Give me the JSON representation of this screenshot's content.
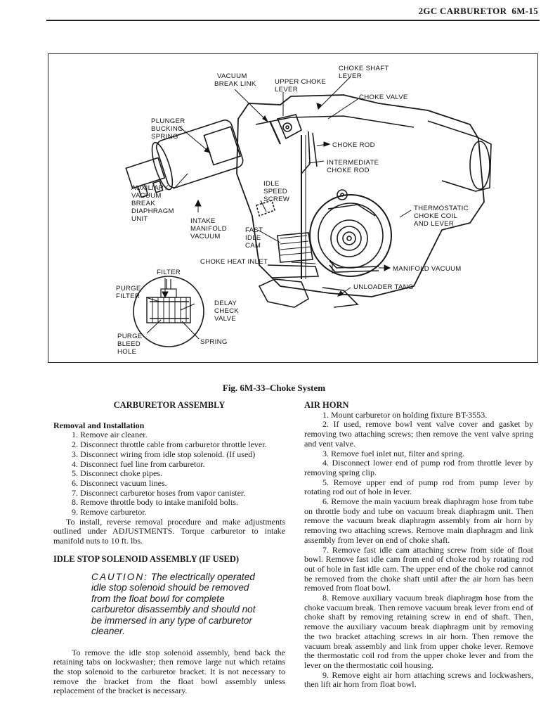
{
  "header": {
    "title": "2GC CARBURETOR",
    "page": "6M-15"
  },
  "figure": {
    "labels": {
      "vacuum_break_link_1": "VACUUM",
      "vacuum_break_link_2": "BREAK LINK",
      "upper_choke_lever_1": "UPPER CHOKE",
      "upper_choke_lever_2": "LEVER",
      "choke_shaft_lever_1": "CHOKE SHAFT",
      "choke_shaft_lever_2": "LEVER",
      "choke_valve": "CHOKE VALVE",
      "plunger_1": "PLUNGER",
      "plunger_2": "BUCKING",
      "plunger_3": "SPRING",
      "choke_rod": "CHOKE ROD",
      "intermediate_1": "INTERMEDIATE",
      "intermediate_2": "CHOKE ROD",
      "aux_1": "AUXILIARY",
      "aux_2": "VACUUM",
      "aux_3": "BREAK",
      "aux_4": "DIAPHRAGM",
      "aux_5": "UNIT",
      "idle_speed_1": "IDLE",
      "idle_speed_2": "SPEED",
      "idle_speed_3": "SCREW",
      "intake_1": "INTAKE",
      "intake_2": "MANIFOLD",
      "intake_3": "VACUUM",
      "fast_idle_1": "FAST",
      "fast_idle_2": "IDLE",
      "fast_idle_3": "CAM",
      "thermo_1": "THERMOSTATIC",
      "thermo_2": "CHOKE COIL",
      "thermo_3": "AND LEVER",
      "choke_heat_inlet": "CHOKE HEAT INLET",
      "manifold_vacuum": "MANIFOLD VACUUM",
      "filter": "FILTER",
      "purge_filter_1": "PURGE",
      "purge_filter_2": "FILTER",
      "unloader_tang": "UNLOADER TANG",
      "delay_1": "DELAY",
      "delay_2": "CHECK",
      "delay_3": "VALVE",
      "purge_bleed_1": "PURGE",
      "purge_bleed_2": "BLEED",
      "purge_bleed_3": "HOLE",
      "spring": "SPRING"
    },
    "caption": "Fig. 6M-33–Choke System"
  },
  "left": {
    "heading": "CARBURETOR ASSEMBLY",
    "sub": "Removal and Installation",
    "steps": [
      "1. Remove air cleaner.",
      "2. Disconnect throttle cable from carburetor throttle lever.",
      "3. Disconnect wiring from idle stop solenoid. (If used)",
      "4. Disconnect fuel line from carburetor.",
      "5. Disconnect choke pipes.",
      "6. Disconnect vacuum lines.",
      "7. Disconnect carburetor hoses from vapor canister.",
      "8. Remove throttle body to intake manifold bolts.",
      "9. Remove carburetor."
    ],
    "install": "To install, reverse removal procedure and make adjustments outlined under ADJUSTMENTS. Torque carburetor to intake manifold nuts to 10 ft. lbs.",
    "heading2": "IDLE STOP SOLENOID ASSEMBLY (IF USED)",
    "caution_kw": "CAUTION:",
    "caution": "The electrically operated idle stop solenoid should be removed from the float bowl for complete carburetor disassembly and should not be immersed in any type of carburetor cleaner.",
    "solenoid_text": "To remove the idle stop solenoid assembly, bend back the retaining tabs on lockwasher; then remove large nut which retains the stop solenoid to the carburetor bracket. It is not necessary to remove the bracket from the float bowl assembly unless replacement of the bracket is necessary."
  },
  "right": {
    "heading": "AIR HORN",
    "steps": [
      "1. Mount carburetor on holding fixture BT-3553.",
      "2. If used, remove bowl vent valve cover and gasket by removing two attaching screws; then remove the vent valve spring and vent valve.",
      "3. Remove fuel inlet nut, filter and spring.",
      "4. Disconnect lower end of pump rod from throttle lever by removing spring clip.",
      "5. Remove upper end of pump rod from pump lever by rotating rod out of hole in lever.",
      "6. Remove the main vacuum break diaphragm hose from tube on throttle body and tube on vacuum break diaphragm unit. Then remove the vacuum break diaphragm assembly from air horn by removing two attaching screws. Remove main diaphragm and link assembly from lever on end of choke shaft.",
      "7. Remove fast idle cam attaching screw from side of float bowl. Remove fast idle cam from end of choke rod by rotating rod out of hole in fast idle cam. The upper end of the choke rod cannot be removed from the choke shaft until after the air horn has been removed from float bowl.",
      "8. Remove auxiliary vacuum break diaphragm hose from the choke vacuum break. Then remove vacuum break lever from end of choke shaft by removing retaining screw in end of shaft. Then, remove the auxiliary vacuum break diaphragm unit by removing the two bracket attaching screws in air horn. Then remove the vacuum break assembly and link from upper choke lever. Remove the thermostatic coil rod from the upper choke lever and from the lever on the thermostatic coil housing.",
      "9. Remove eight air horn attaching screws and lockwashers, then lift air horn from float bowl."
    ]
  }
}
